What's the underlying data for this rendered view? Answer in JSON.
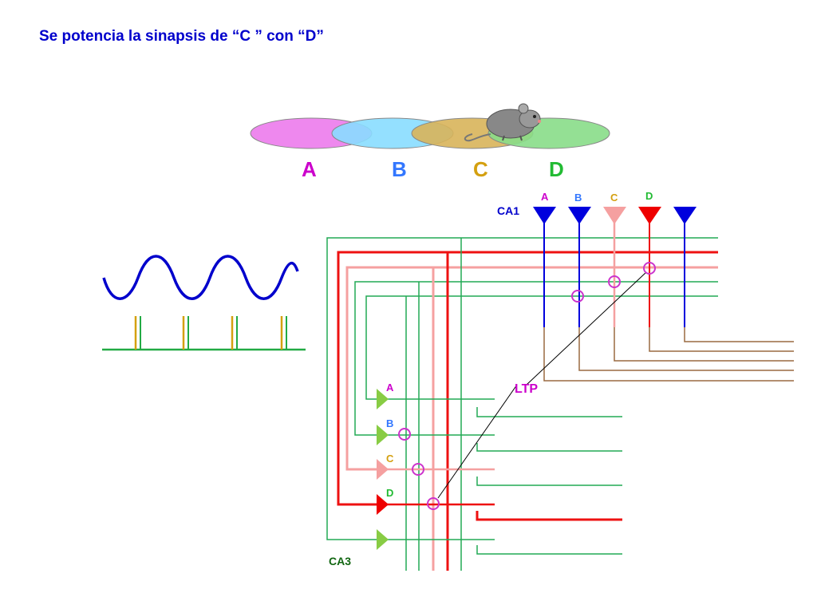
{
  "title": "Se potencia la sinapsis de “C ” con “D”",
  "places": [
    {
      "label": "A",
      "color": "#cc00cc"
    },
    {
      "label": "B",
      "color": "#3377ff"
    },
    {
      "label": "C",
      "color": "#d4a010"
    },
    {
      "label": "D",
      "color": "#22bb33"
    }
  ],
  "ca1_label": "CA1",
  "ca3_label": "CA3",
  "ltp_label": "LTP",
  "ca1_cells": [
    {
      "label": "A",
      "color": "#0000dd",
      "label_color": "#cc00cc"
    },
    {
      "label": "B",
      "color": "#0000dd",
      "label_color": "#3377ff"
    },
    {
      "label": "C",
      "color": "#f5a0a0",
      "label_color": "#d4a010"
    },
    {
      "label": "D",
      "color": "#ee0000",
      "label_color": "#22bb33"
    },
    {
      "label": "",
      "color": "#0000dd",
      "label_color": "#0000dd"
    }
  ],
  "ca3_cells": [
    {
      "label": "A",
      "color": "#88cc44",
      "label_color": "#cc00cc"
    },
    {
      "label": "B",
      "color": "#88cc44",
      "label_color": "#3377ff"
    },
    {
      "label": "C",
      "color": "#f5a0a0",
      "label_color": "#d4a010"
    },
    {
      "label": "D",
      "color": "#ee0000",
      "label_color": "#22bb33"
    },
    {
      "label": "",
      "color": "#88cc44",
      "label_color": "#88cc44"
    }
  ],
  "colors": {
    "title": "#0000cc",
    "ca1_label": "#0000cc",
    "ca3_label": "#116611",
    "ltp": "#cc00cc",
    "theta": "#0000cc",
    "green_fiber": "#22aa55",
    "red_fiber": "#ee1111",
    "pink_fiber": "#f5a0a0",
    "brown_fiber": "#9a6a40",
    "synapse": "#cc33cc"
  },
  "icons": [
    "mouse-icon",
    "place-field-ellipses",
    "theta-wave",
    "spike-raster"
  ]
}
